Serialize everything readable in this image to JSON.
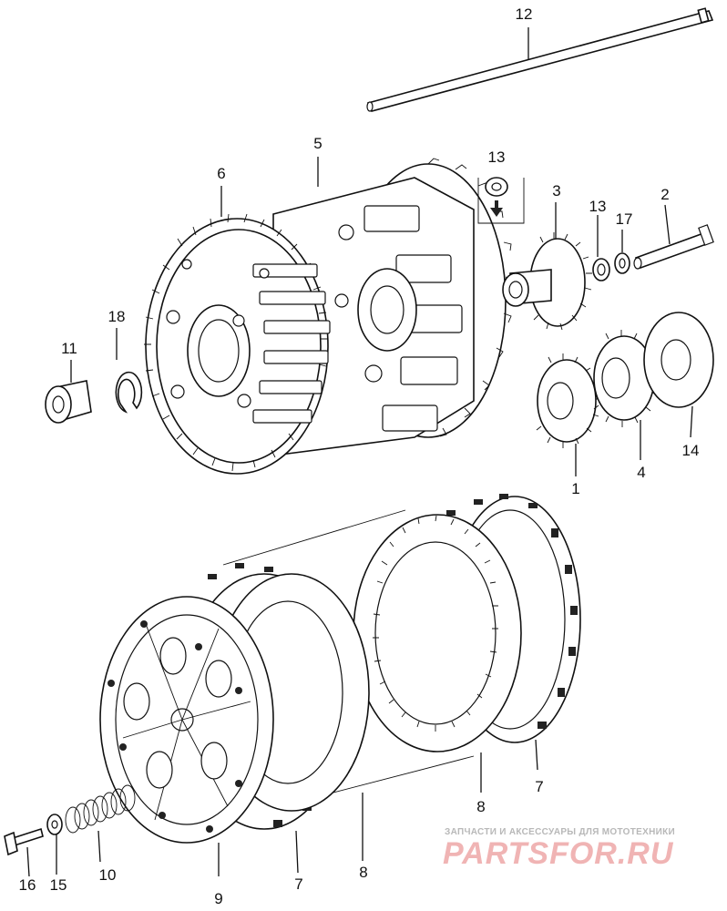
{
  "callouts": {
    "c12": "12",
    "c5": "5",
    "c6": "6",
    "c13a": "13",
    "c13b": "13",
    "c3": "3",
    "c17": "17",
    "c2": "2",
    "c18": "18",
    "c11": "11",
    "c1": "1",
    "c4": "4",
    "c14": "14",
    "c7a": "7",
    "c7b": "7",
    "c8a": "8",
    "c8b": "8",
    "c9": "9",
    "c10": "10",
    "c15": "15",
    "c16": "16"
  },
  "watermark": {
    "tagline": "ЗАПЧАСТИ И АКСЕССУАРЫ ДЛЯ МОТОТЕХНИКИ",
    "brand": "PARTSFOR.RU"
  },
  "colors": {
    "ink": "#111111",
    "watermark_red": "#f0b4b4",
    "watermark_gray": "#b8b8b8"
  }
}
